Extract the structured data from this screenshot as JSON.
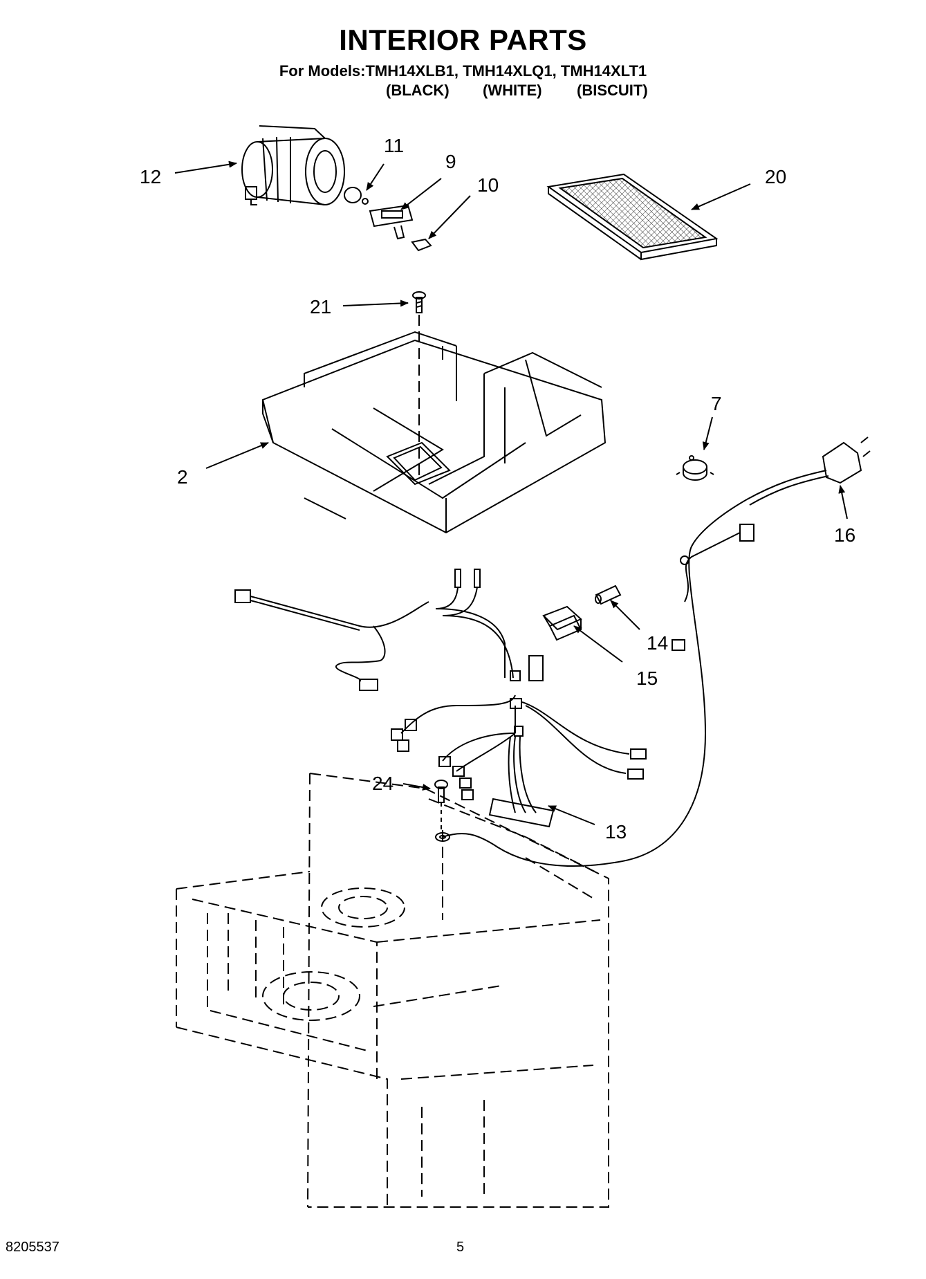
{
  "title": "INTERIOR PARTS",
  "models_line": "For Models:TMH14XLB1, TMH14XLQ1, TMH14XLT1",
  "model_colors": [
    "(BLACK)",
    "(WHITE)",
    "(BISCUIT)"
  ],
  "callouts": {
    "c12": "12",
    "c11": "11",
    "c9": "9",
    "c10": "10",
    "c20": "20",
    "c21": "21",
    "c2": "2",
    "c7": "7",
    "c16": "16",
    "c14": "14",
    "c15": "15",
    "c24": "24",
    "c13": "13"
  },
  "footer": {
    "document_number": "8205537",
    "page_number": "5"
  }
}
